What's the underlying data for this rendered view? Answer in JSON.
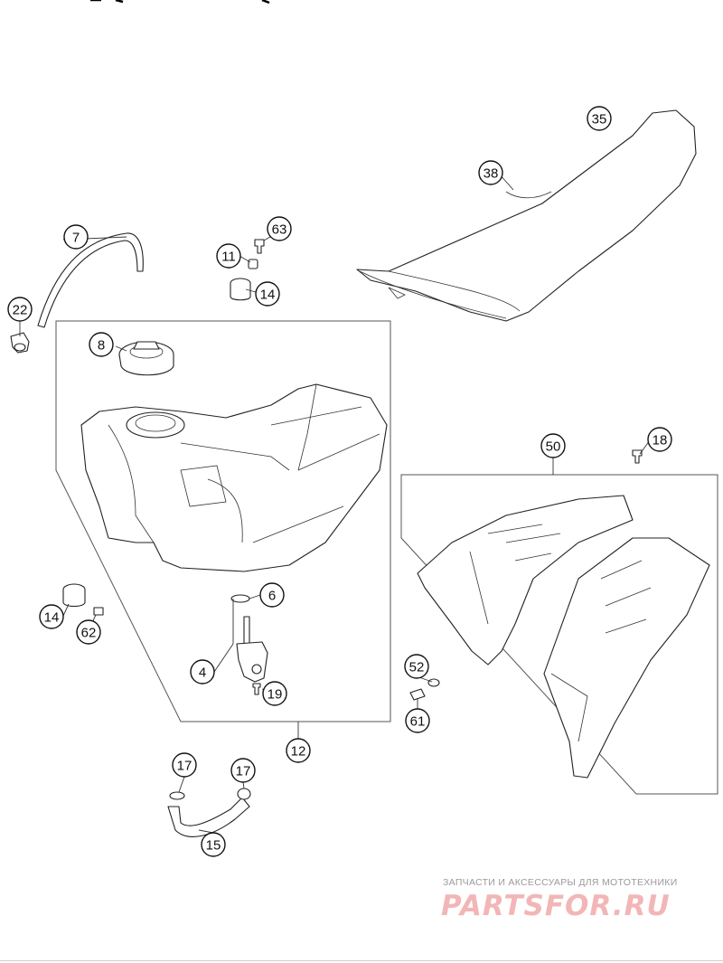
{
  "callouts": [
    {
      "id": "c35",
      "label": "35"
    },
    {
      "id": "c38",
      "label": "38"
    },
    {
      "id": "c7",
      "label": "7"
    },
    {
      "id": "c63",
      "label": "63"
    },
    {
      "id": "c11",
      "label": "11"
    },
    {
      "id": "c14a",
      "label": "14"
    },
    {
      "id": "c22",
      "label": "22"
    },
    {
      "id": "c8",
      "label": "8"
    },
    {
      "id": "c18",
      "label": "18"
    },
    {
      "id": "c50",
      "label": "50"
    },
    {
      "id": "c6",
      "label": "6"
    },
    {
      "id": "c14b",
      "label": "14"
    },
    {
      "id": "c62",
      "label": "62"
    },
    {
      "id": "c4",
      "label": "4"
    },
    {
      "id": "c19",
      "label": "19"
    },
    {
      "id": "c52",
      "label": "52"
    },
    {
      "id": "c61",
      "label": "61"
    },
    {
      "id": "c12",
      "label": "12"
    },
    {
      "id": "c17a",
      "label": "17"
    },
    {
      "id": "c17b",
      "label": "17"
    },
    {
      "id": "c15",
      "label": "15"
    }
  ],
  "watermark": {
    "tagline": "ЗАПЧАСТИ И АКСЕССУАРЫ ДЛЯ МОТОТЕХНИКИ",
    "logo": "PARTSFOR.RU"
  },
  "colors": {
    "line": "#222222",
    "watermark_logo": "#f2b6b6",
    "watermark_text": "#9a9a9a"
  }
}
